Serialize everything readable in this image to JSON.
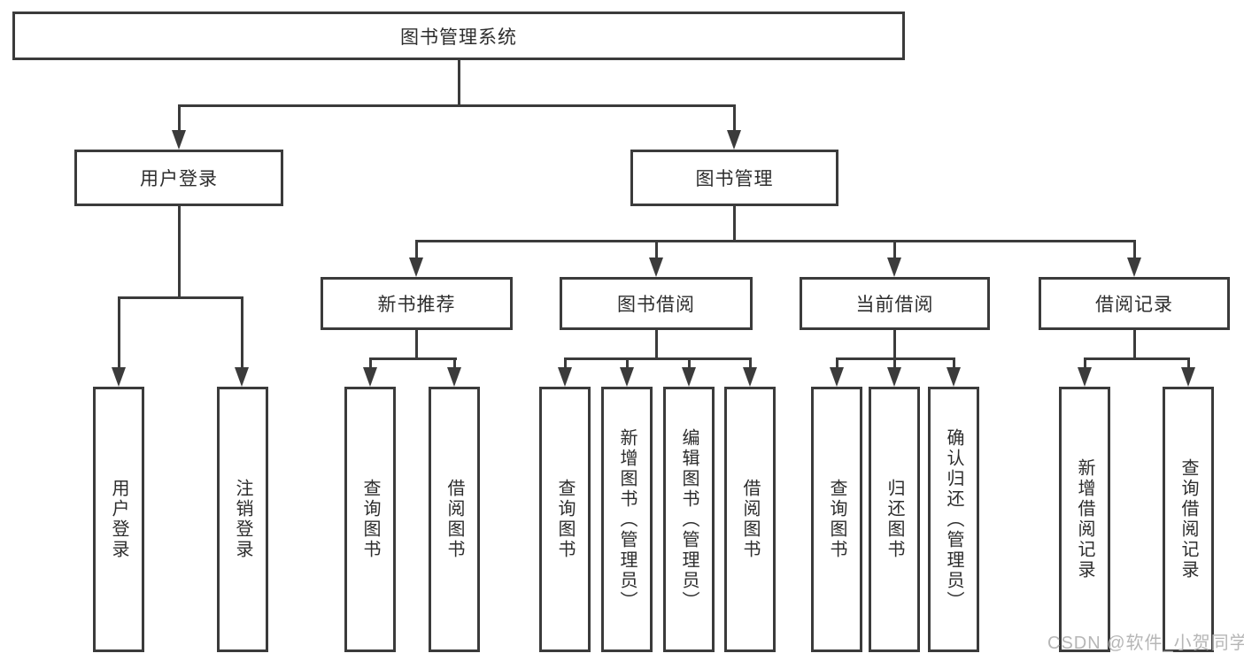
{
  "diagram": {
    "root": {
      "label": "图书管理系统"
    },
    "level2": [
      {
        "label": "用户登录"
      },
      {
        "label": "图书管理"
      }
    ],
    "level3": [
      {
        "label": "新书推荐"
      },
      {
        "label": "图书借阅"
      },
      {
        "label": "当前借阅"
      },
      {
        "label": "借阅记录"
      }
    ],
    "leaves": {
      "user_login": [
        "用户登录",
        "注销登录"
      ],
      "new_books": [
        "查询图书",
        "借阅图书"
      ],
      "book_borrow": [
        "查询图书",
        "新增图书（管理员）",
        "编辑图书（管理员）",
        "借阅图书"
      ],
      "current_borrow": [
        "查询图书",
        "归还图书",
        "确认归还（管理员）"
      ],
      "borrow_records": [
        "新增借阅记录",
        "查询借阅记录"
      ]
    }
  },
  "watermark": {
    "text": "CSDN @软件_小贺同学"
  },
  "colors": {
    "line": "#3b3b3b",
    "box_border": "#3b3b3b",
    "box_fill": "#ffffff",
    "text": "#2d2d2d",
    "watermark": "#b6b6b6",
    "background": "#ffffff"
  }
}
